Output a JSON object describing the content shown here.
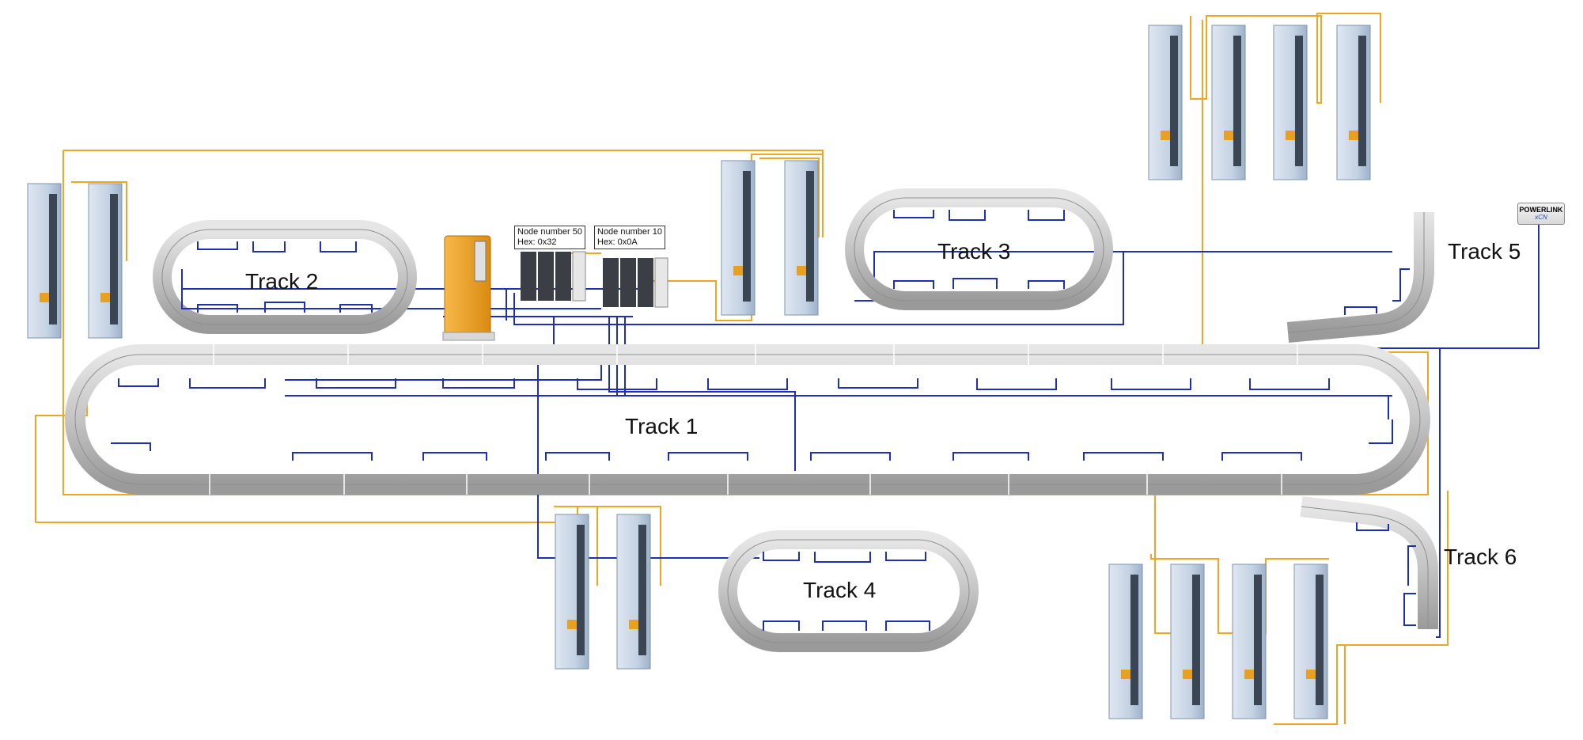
{
  "tracks": [
    {
      "id": "track1",
      "label": "Track 1"
    },
    {
      "id": "track2",
      "label": "Track 2"
    },
    {
      "id": "track3",
      "label": "Track 3"
    },
    {
      "id": "track4",
      "label": "Track 4"
    },
    {
      "id": "track5",
      "label": "Track 5"
    },
    {
      "id": "track6",
      "label": "Track 6"
    }
  ],
  "nodes": [
    {
      "line1": "Node number 50",
      "line2": "Hex: 0x32"
    },
    {
      "line1": "Node number 10",
      "line2": "Hex: 0x0A"
    }
  ],
  "powerlink": {
    "label": "POWERLINK",
    "sub": "xCN"
  },
  "colors": {
    "power_cable": "#f0a623",
    "network_cable": "#1f2fb5",
    "track": "#bdbdbd",
    "drive": "#c9d6e6",
    "controller": "#f0a020"
  }
}
